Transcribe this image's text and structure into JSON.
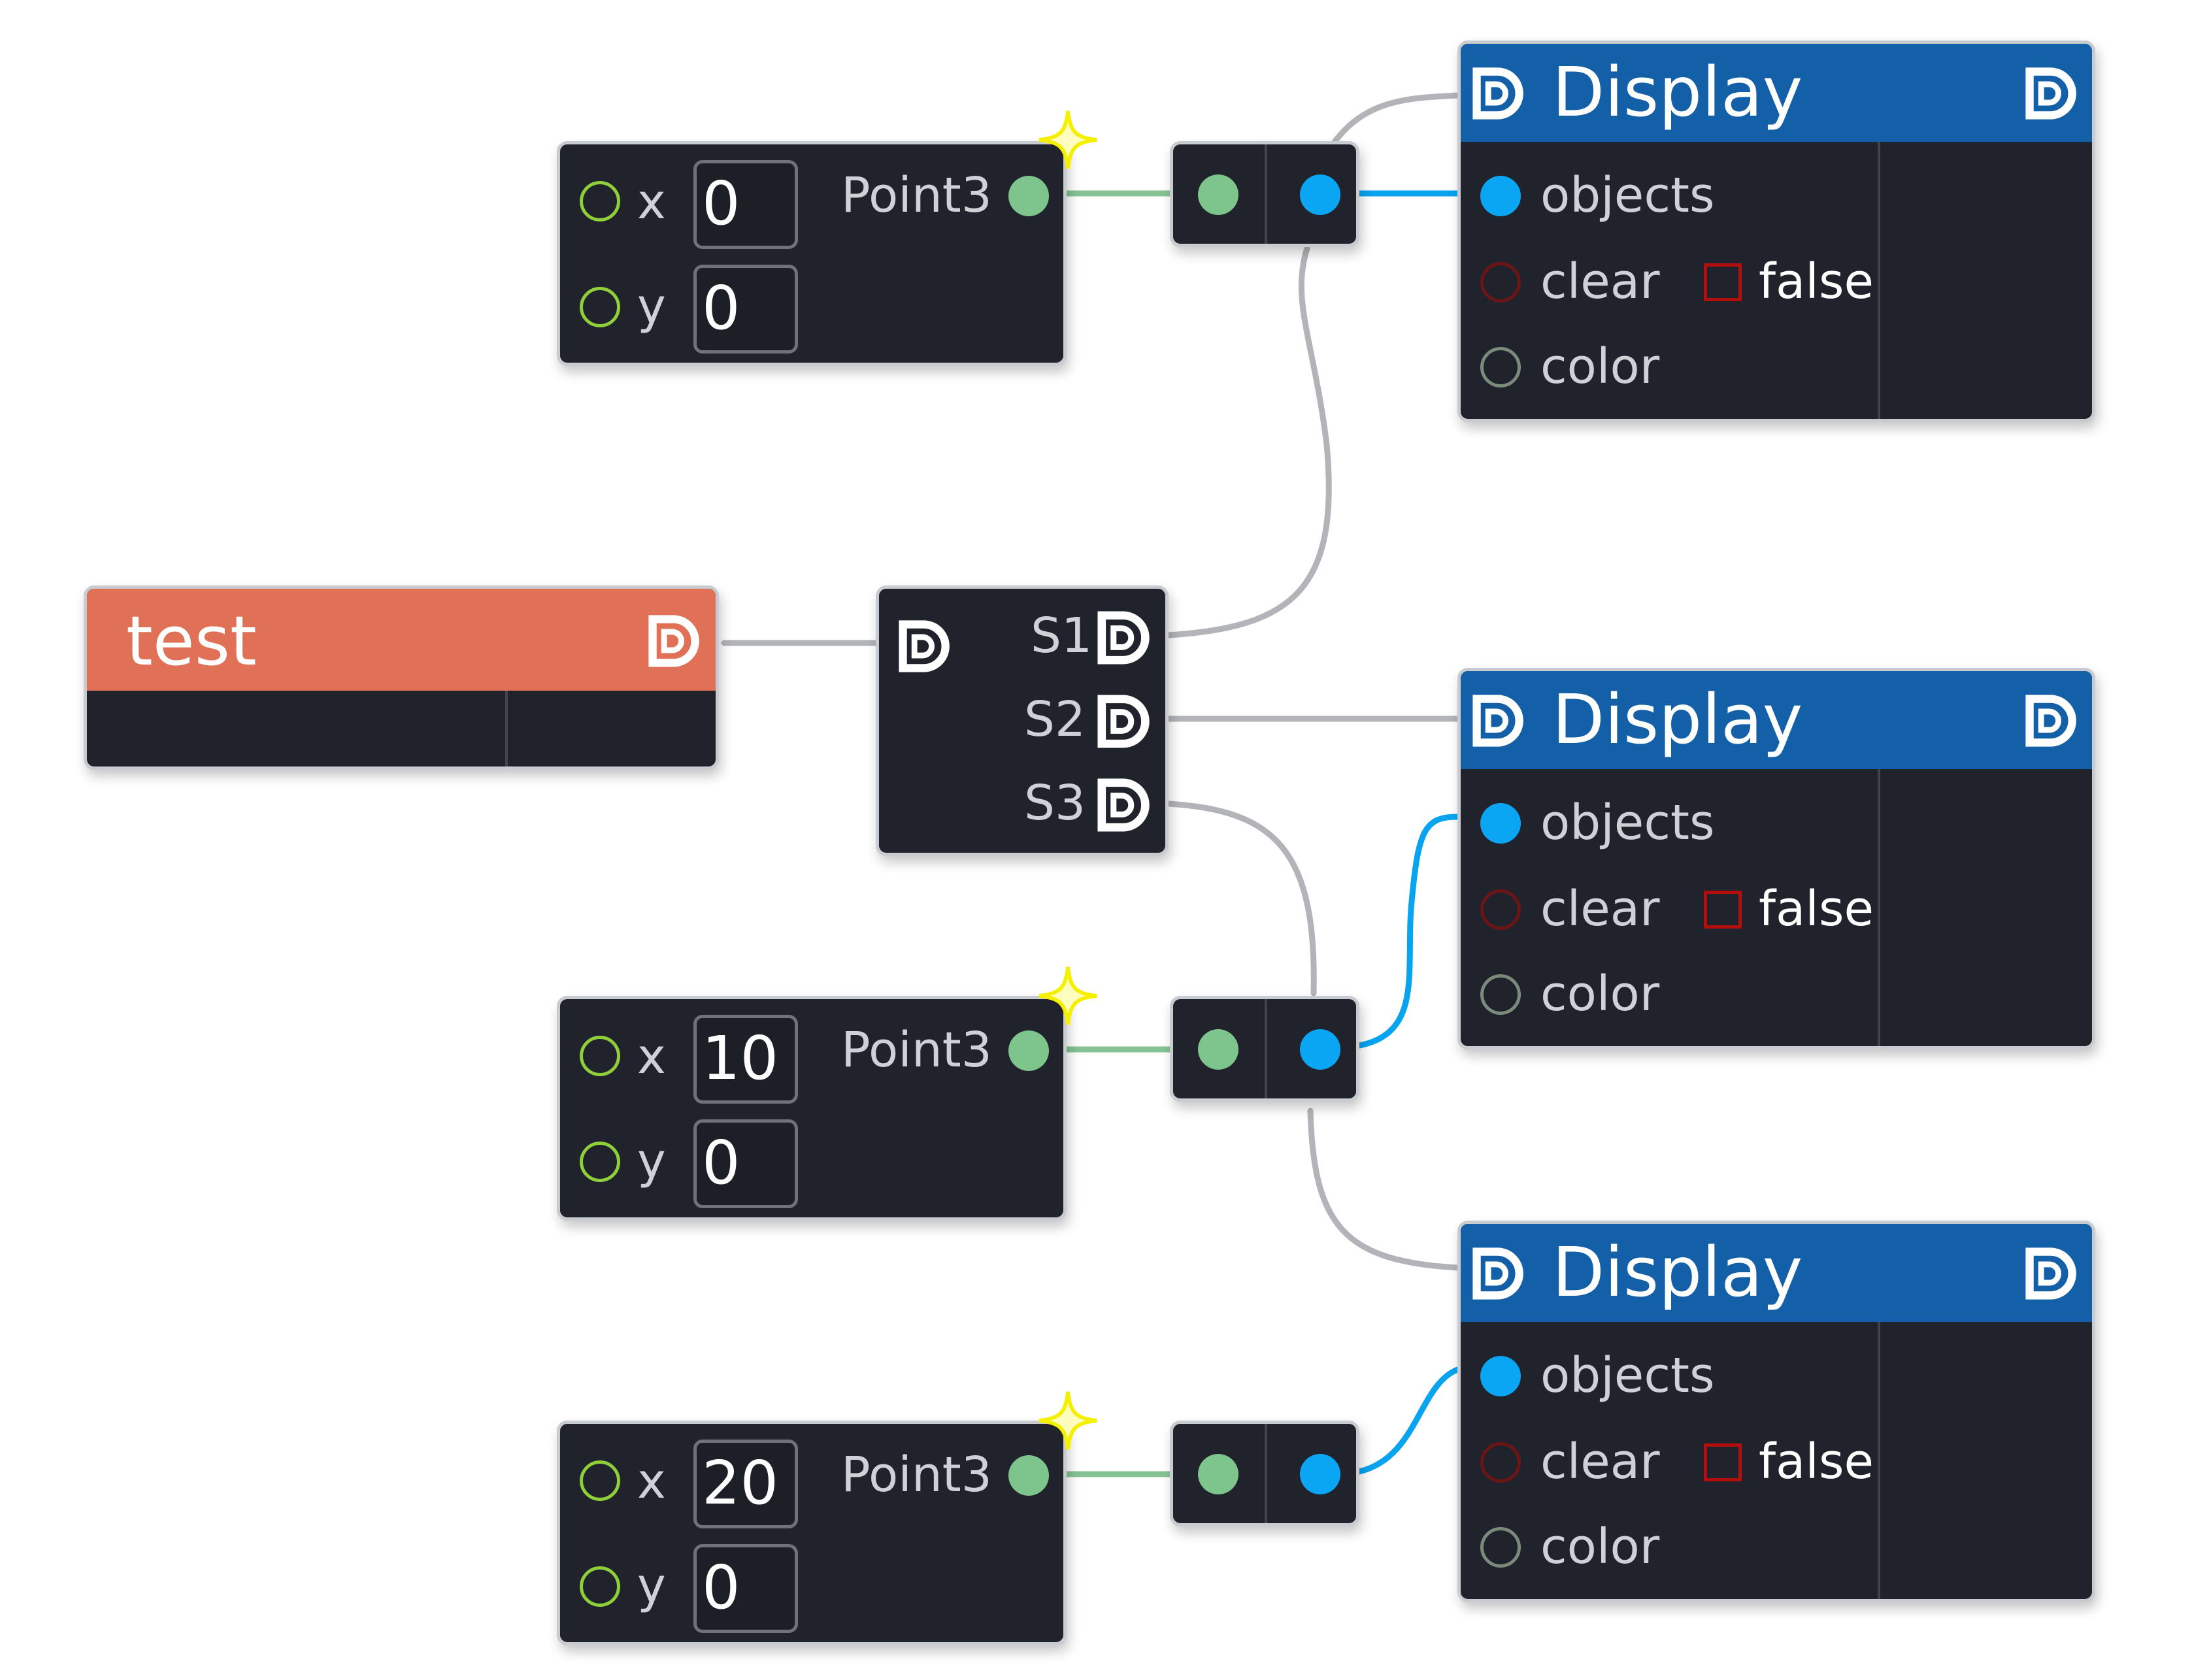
{
  "colors": {
    "display_header": "#1460a8",
    "test_header": "#e07056",
    "node_bg": "#20232b",
    "wire_gray": "#b3b4b9",
    "wire_green": "#85c394",
    "wire_blue": "#08a4f0",
    "star": "#f5f000"
  },
  "test_node": {
    "title": "test"
  },
  "splitter_node": {
    "outputs": [
      "S1",
      "S2",
      "S3"
    ]
  },
  "point_nodes": [
    {
      "label": "Point3",
      "x_label": "x",
      "y_label": "y",
      "x_value": "0",
      "y_value": "0"
    },
    {
      "label": "Point3",
      "x_label": "x",
      "y_label": "y",
      "x_value": "10",
      "y_value": "0"
    },
    {
      "label": "Point3",
      "x_label": "x",
      "y_label": "y",
      "x_value": "20",
      "y_value": "0"
    }
  ],
  "display_nodes": [
    {
      "title": "Display",
      "objects_label": "objects",
      "clear_label": "clear",
      "clear_value": "false",
      "color_label": "color"
    },
    {
      "title": "Display",
      "objects_label": "objects",
      "clear_label": "clear",
      "clear_value": "false",
      "color_label": "color"
    },
    {
      "title": "Display",
      "objects_label": "objects",
      "clear_label": "clear",
      "clear_value": "false",
      "color_label": "color"
    }
  ]
}
